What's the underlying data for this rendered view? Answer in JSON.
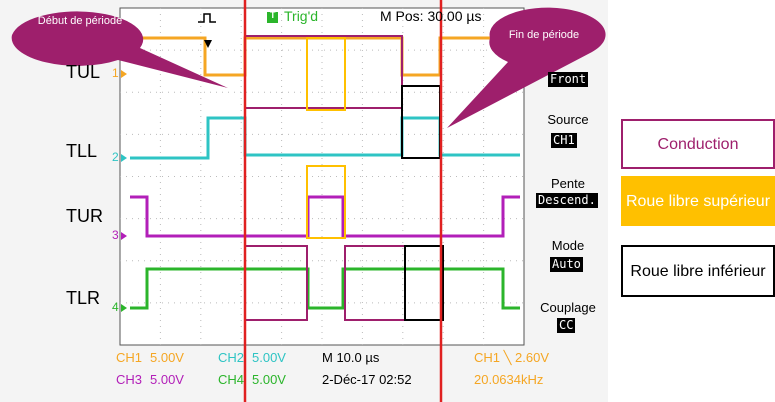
{
  "colors": {
    "ch1": "#f5a623",
    "ch2": "#2ec4c4",
    "ch3": "#b21fb8",
    "ch4": "#2bb52b",
    "conduction": "#9e1f6c",
    "roue_sup": "#ffc000",
    "roue_inf": "#000000",
    "marker": "#e02020"
  },
  "header": {
    "trig_icon": "T",
    "trig_text": "Trig'd",
    "mpos": "M Pos: 30.00 µs"
  },
  "bubbles": {
    "debut": "Début de période",
    "fin": "Fin de période"
  },
  "rows": [
    {
      "label": "TUL",
      "marker": "1"
    },
    {
      "label": "TLL",
      "marker": "2"
    },
    {
      "label": "TUR",
      "marker": "3"
    },
    {
      "label": "TLR",
      "marker": "4"
    }
  ],
  "menu": {
    "front_value": "Front",
    "source_title": "Source",
    "source_value": "CH1",
    "pente_title": "Pente",
    "pente_value": "Descend.",
    "mode_title": "Mode",
    "mode_value": "Auto",
    "couplage_title": "Couplage",
    "couplage_value": "CC"
  },
  "status": {
    "ch1": "CH1",
    "ch1_val": "5.00V",
    "ch2": "CH2",
    "ch2_val": "5.00V",
    "timebase": "M 10.0 µs",
    "trig": "CH1 ╲ 2.60V",
    "ch3": "CH3",
    "ch3_val": "5.00V",
    "ch4": "CH4",
    "ch4_val": "5.00V",
    "date": "2-Déc-17 02:52",
    "freq": "20.0634kHz"
  },
  "legend": {
    "conduction": "Conduction",
    "roue_sup": "Roue libre supérieur",
    "roue_inf": "Roue libre inférieur"
  }
}
